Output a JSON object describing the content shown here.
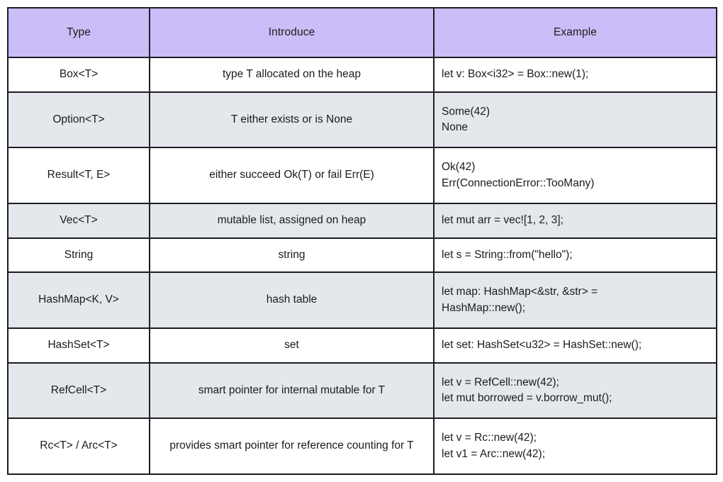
{
  "table": {
    "headers": [
      {
        "label": "Type"
      },
      {
        "label": "Introduce"
      },
      {
        "label": "Example"
      }
    ],
    "colors": {
      "header_background": "#cbbdf8",
      "alt_row_background": "#e4e8ec",
      "plain_row_background": "#ffffff",
      "border": "#1c1c24",
      "text": "#1b1b1b"
    },
    "rows": [
      {
        "type": "Box<T>",
        "introduce": "type T allocated on the heap",
        "example": "let v: Box<i32> = Box::new(1);",
        "shaded": false
      },
      {
        "type": "Option<T>",
        "introduce": "T either exists or is None",
        "example": "Some(42)\nNone",
        "shaded": true
      },
      {
        "type": "Result<T, E>",
        "introduce": "either succeed Ok(T) or fail Err(E)",
        "example": "Ok(42)\nErr(ConnectionError::TooMany)",
        "shaded": false
      },
      {
        "type": "Vec<T>",
        "introduce": "mutable list, assigned on heap",
        "example": "let mut arr = vec![1, 2, 3];",
        "shaded": true
      },
      {
        "type": "String",
        "introduce": "string",
        "example": "let s = String::from(\"hello\");",
        "shaded": false
      },
      {
        "type": "HashMap<K, V>",
        "introduce": "hash table",
        "example": "let map: HashMap<&str, &str> =\nHashMap::new();",
        "shaded": true
      },
      {
        "type": "HashSet<T>",
        "introduce": "set",
        "example": "let set: HashSet<u32> = HashSet::new();",
        "shaded": false
      },
      {
        "type": "RefCell<T>",
        "introduce": "smart pointer for internal mutable for T",
        "example": "let v = RefCell::new(42);\nlet mut borrowed = v.borrow_mut();",
        "shaded": true
      },
      {
        "type": "Rc<T> / Arc<T>",
        "introduce": "provides smart pointer for reference counting for T",
        "example": "let v = Rc::new(42);\nlet v1 = Arc::new(42);",
        "shaded": false
      }
    ]
  }
}
